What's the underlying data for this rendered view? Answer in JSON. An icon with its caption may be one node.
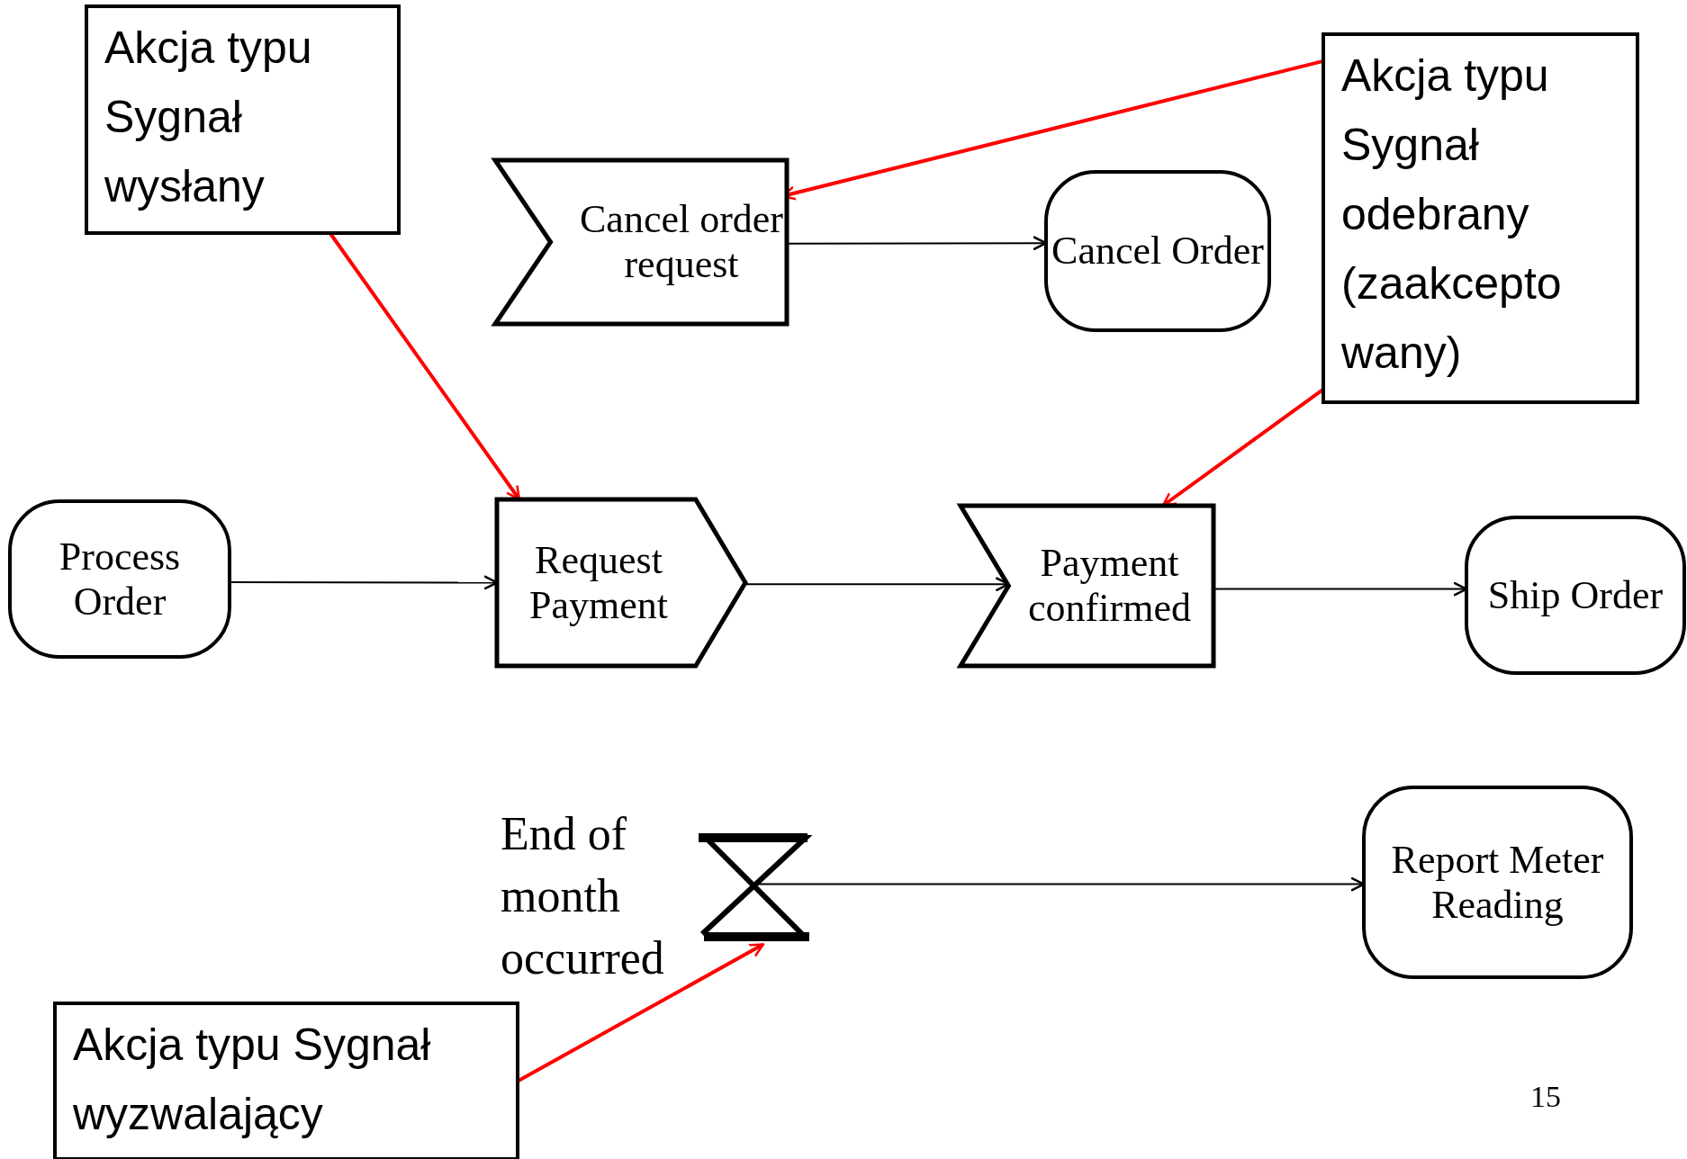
{
  "diagram": {
    "nodes": [
      {
        "text": [
          "Akcja typu Sygnał wysłany"
        ]
      },
      {
        "text": [
          "Akcja typu Sygnał odebrany (zaakcepto wany)"
        ]
      },
      {
        "text": [
          "Cancel order request"
        ]
      },
      {
        "text": [
          "Cancel Order"
        ]
      },
      {
        "text": [
          "Process Order"
        ]
      },
      {
        "text": [
          "Request Payment"
        ]
      },
      {
        "text": [
          "Payment confirmed"
        ]
      },
      {
        "text": [
          "Ship Order"
        ]
      },
      {
        "text": [],
        "shape": "hourglass",
        "beside": [
          "End of month occurred"
        ]
      },
      {
        "text": [
          "Report Meter Reading"
        ]
      },
      {
        "text": [
          "Akcja typu Sygnał wyzwalający"
        ]
      }
    ],
    "edges": [
      {
        "from": 0,
        "to": 5,
        "arrow": "to",
        "color": "#ff0000"
      },
      {
        "from": 1,
        "to": 2,
        "arrow": "to",
        "color": "#ff0000"
      },
      {
        "from": 1,
        "to": 6,
        "arrow": "to",
        "color": "#ff0000"
      },
      {
        "from": 10,
        "to": 8,
        "arrow": "to",
        "color": "#ff0000"
      },
      {
        "from": 2,
        "to": 3,
        "arrow": "to"
      },
      {
        "from": 4,
        "to": 5,
        "arrow": "to"
      },
      {
        "from": 5,
        "to": 6,
        "arrow": "to"
      },
      {
        "from": 6,
        "to": 7,
        "arrow": "to"
      },
      {
        "from": 8,
        "to": 9,
        "arrow": "to"
      }
    ],
    "labels": [
      "15"
    ]
  }
}
